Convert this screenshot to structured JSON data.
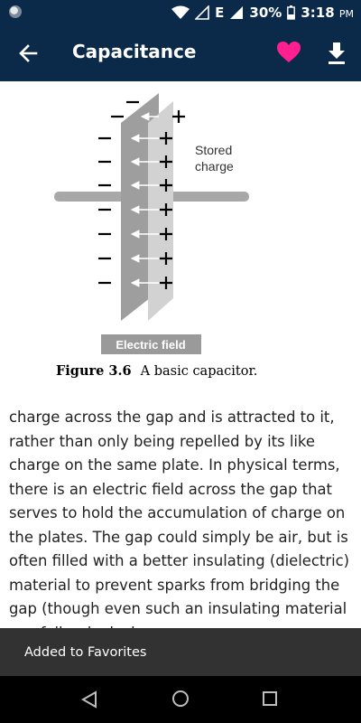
{
  "status_bar": {
    "network": "E",
    "battery_percent": "30%",
    "time": "3:18",
    "time_suffix": "PM"
  },
  "app_bar": {
    "title": "Capacitance"
  },
  "figure": {
    "stored_label_line1": "Stored",
    "stored_label_line2": "charge",
    "field_label": "Electric field",
    "caption_number": "Figure 3.6",
    "caption_text": "A basic capacitor."
  },
  "article": {
    "text": "charge across the gap and is attracted to it, rather than only being repelled by its like charge on the same plate. In physical terms, there is an electric field across the gap that serves to hold the accumulation of charge on the plates. The gap could simply be air, but is often filled with a better insulating (dielectric) material to prevent sparks from bridging the gap (though even such an insulating material can fail or leak charge;"
  },
  "snackbar": {
    "message": "Added to Favorites"
  },
  "colors": {
    "app_bar": "#0b2a4a",
    "favorite": "#ff1f8e",
    "snackbar": "#323232"
  },
  "icons": [
    "back-arrow-icon",
    "heart-icon",
    "download-icon",
    "nav-back-icon",
    "nav-home-icon",
    "nav-recents-icon"
  ]
}
